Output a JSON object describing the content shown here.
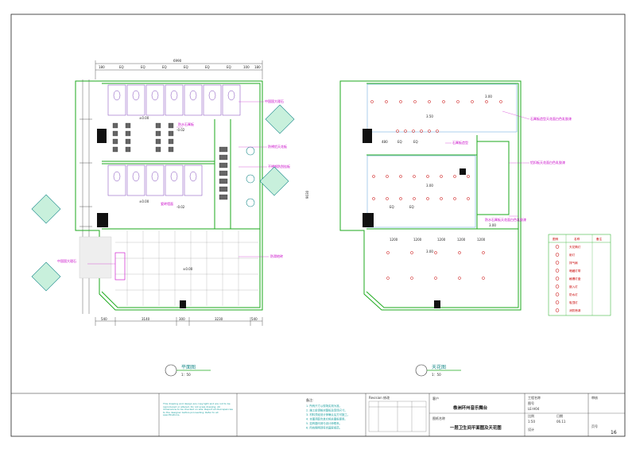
{
  "drawing": {
    "project_name": "株洲环州音乐舞台",
    "sheet_title": "一层卫生间平面图及天花图",
    "drawing_no": "LE-H04",
    "scale_value": "1:50",
    "date_value": "06.11",
    "sheet_number": "16"
  },
  "plan_view": {
    "title": "平面图",
    "scale": "1：50",
    "overall_width": "6990",
    "bottom_dims": [
      "540",
      "3140",
      "300",
      "3230",
      "540"
    ],
    "top_dims": [
      "180",
      "EQ",
      "EQ",
      "EQ",
      "EQ",
      "EQ",
      "EQ",
      "100",
      "180"
    ],
    "right_total": "9030",
    "annotations": [
      "中国国大理石",
      "防水石膏板",
      "防锈铝天花板",
      "不锈钢防刮挂板",
      "瓷砖墙面",
      "中国国大理石",
      "防滑地砖"
    ],
    "elevations": [
      "±0.00",
      "-0.02",
      "±0.00",
      "±0.00",
      "-0.02"
    ]
  },
  "ceiling_view": {
    "title": "天花图",
    "scale": "1：50",
    "dims": [
      "480",
      "EQ",
      "EQ",
      "EQ",
      "EQ",
      "1200",
      "1200",
      "1200",
      "1200",
      "1200"
    ],
    "heights": [
      "3.50",
      "3.00",
      "3.00",
      "3.00",
      "3.00"
    ],
    "annotations": [
      "石膏板造型天花面白色乳胶漆",
      "石膏板造型",
      "铝扣板天花面白色乳胶漆",
      "防水石膏板天花面白色乳胶漆"
    ]
  },
  "legend": {
    "header_symbol": "图例",
    "header_name": "名称",
    "header_note": "备注",
    "items": [
      "天花筒灯",
      "射灯",
      "排气扇",
      "暗藏灯带",
      "格栅灯盘",
      "嵌入灯",
      "防水灯",
      "吸顶灯",
      "消防喷淋"
    ]
  },
  "notes": {
    "english": "This drawing and design are copyright and are not to be reproduced or altered. Do not scale drawing. All dimensions to be checked on site. Report all discrepancies to the designer before proceeding. Refer to all specifications.",
    "title": "备注:",
    "lines": [
      "1. 所有尺寸以现场实测为准。",
      "2. 施工前请核对图纸及现场尺寸。",
      "3. 材料须经设计师确认后方可施工。",
      "4. 本图须配合其它相关图纸使用。",
      "5. 如有疑问请与设计师联系。",
      "6. 所有照明须符合国家规范。"
    ]
  },
  "title_block": {
    "revision": "Revision 修改",
    "client_label": "客户",
    "project_label": "工程名称",
    "drawing_title_label": "图纸名称",
    "designer_label": "设计",
    "checked_label": "审核",
    "scale_label": "比例",
    "date_label": "日期",
    "drawing_no_label": "图号",
    "sheet_label": "页号"
  },
  "colors": {
    "wall": "#1eaa1e",
    "dimension": "#222222",
    "annotation": "#c800c8",
    "light": "#c80000",
    "symbol": "#1e8c8c"
  }
}
